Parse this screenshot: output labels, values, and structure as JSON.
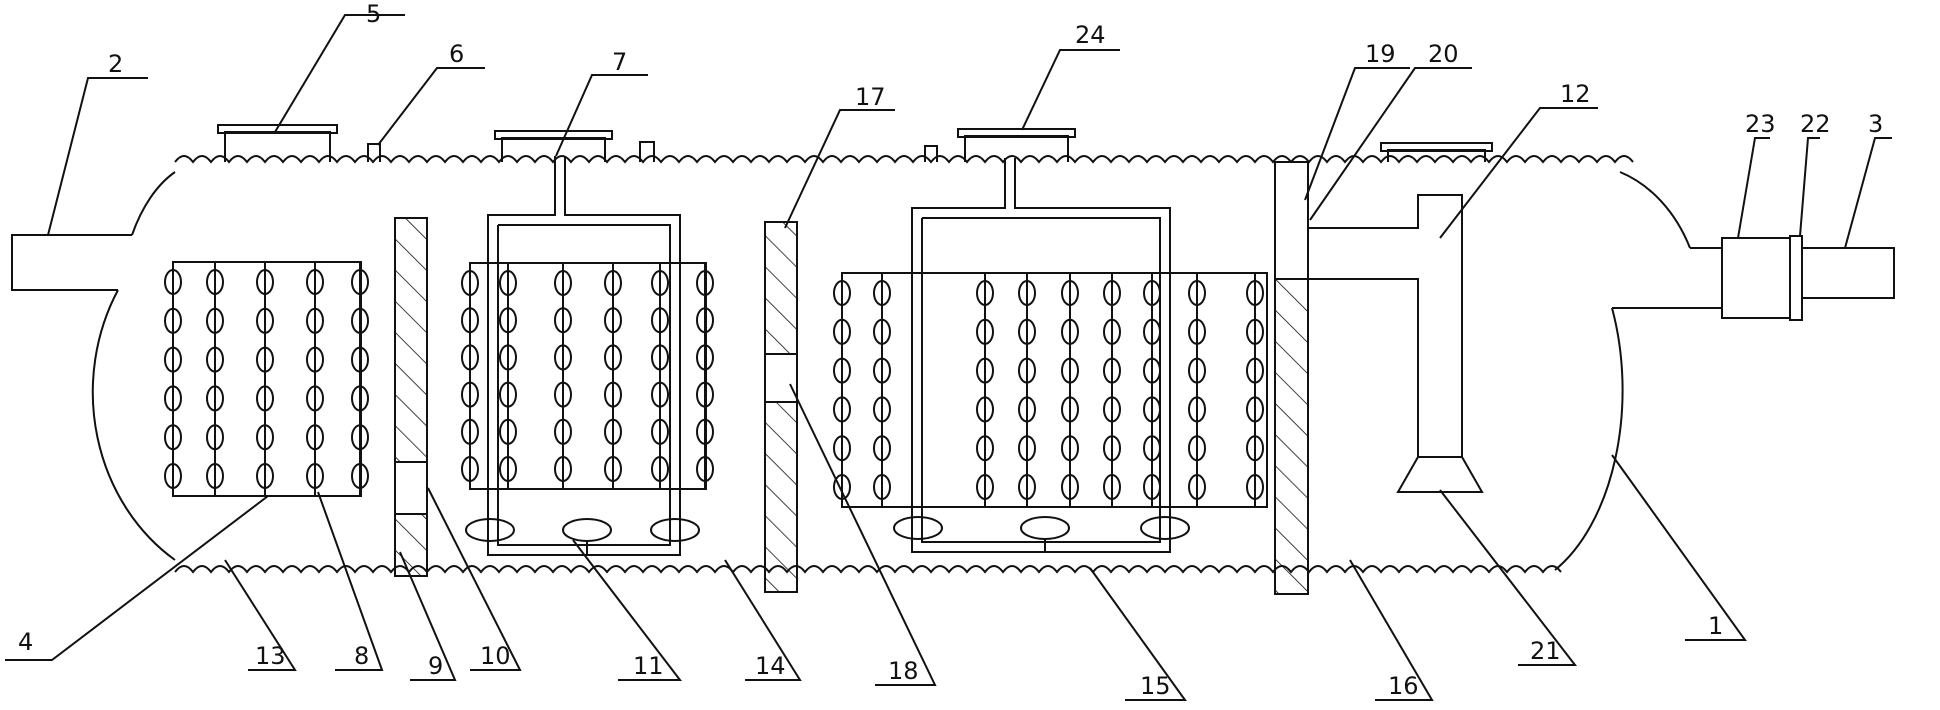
{
  "diagram": {
    "line_color": "#111111",
    "background": "#ffffff",
    "callouts": [
      {
        "id": "c1",
        "text": "1"
      },
      {
        "id": "c2",
        "text": "2"
      },
      {
        "id": "c3",
        "text": "3"
      },
      {
        "id": "c4",
        "text": "4"
      },
      {
        "id": "c5",
        "text": "5"
      },
      {
        "id": "c6",
        "text": "6"
      },
      {
        "id": "c7",
        "text": "7"
      },
      {
        "id": "c8",
        "text": "8"
      },
      {
        "id": "c9",
        "text": "9"
      },
      {
        "id": "c10",
        "text": "10"
      },
      {
        "id": "c11",
        "text": "11"
      },
      {
        "id": "c12",
        "text": "12"
      },
      {
        "id": "c13",
        "text": "13"
      },
      {
        "id": "c14",
        "text": "14"
      },
      {
        "id": "c15",
        "text": "15"
      },
      {
        "id": "c16",
        "text": "16"
      },
      {
        "id": "c17",
        "text": "17"
      },
      {
        "id": "c18",
        "text": "18"
      },
      {
        "id": "c19",
        "text": "19"
      },
      {
        "id": "c20",
        "text": "20"
      },
      {
        "id": "c21",
        "text": "21"
      },
      {
        "id": "c22",
        "text": "22"
      },
      {
        "id": "c23",
        "text": "23"
      },
      {
        "id": "c24",
        "text": "24"
      }
    ]
  }
}
